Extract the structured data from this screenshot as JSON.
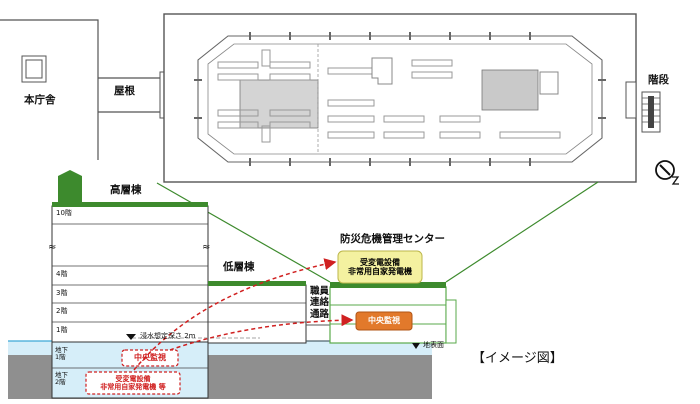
{
  "plan": {
    "main_building_label": "本庁舎",
    "roof_label": "屋根",
    "stairs_label": "階段"
  },
  "section": {
    "high_rise_label": "高層棟",
    "low_rise_label": "低層棟",
    "center_title": "防災危機管理センター",
    "passage_label": [
      "職員",
      "連絡",
      "通路"
    ],
    "floors": [
      "10階",
      "4階",
      "3階",
      "2階",
      "1階",
      "地下\n1階",
      "地下\n2階"
    ],
    "flood_depth_label": "浸水想定深さ 2m",
    "ground_label": "地表面",
    "center_equipment": [
      "受変電設備",
      "非常用自家発電機"
    ],
    "center_monitor": "中央監視",
    "old_monitor": "中央監視",
    "old_equipment": [
      "受変電設備",
      "非常用自家発電機 等"
    ]
  },
  "caption": "【イメージ図】",
  "colors": {
    "green_roof": "#3d8a2d",
    "water": "#d6eef9",
    "ground": "#8f8f8f",
    "equipment_fill": "#f4f1a0",
    "monitor_fill": "#e2792b",
    "arrow_red": "#d02020",
    "plan_line": "#555555"
  },
  "icons": [
    "compass-north-icon"
  ]
}
